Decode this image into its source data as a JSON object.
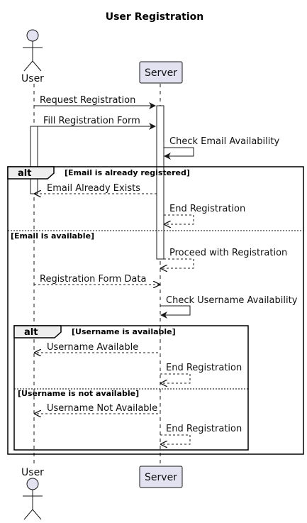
{
  "title": "User Registration",
  "participants": {
    "user": "User",
    "server": "Server"
  },
  "messages": {
    "m1": "Request Registration",
    "m2": "Fill Registration Form",
    "m3": "Check Email Availability",
    "m4": "Email Already Exists",
    "m5": "End Registration",
    "m6": "Proceed with Registration",
    "m7": "Registration Form Data",
    "m8": "Check Username Availability",
    "m9": "Username Available",
    "m10": "End Registration",
    "m11": "Username Not Available",
    "m12": "End Registration"
  },
  "fragments": {
    "outer_keyword": "alt",
    "outer_guard_1": "[Email is already registered]",
    "outer_guard_2": "[Email is available]",
    "inner_keyword": "alt",
    "inner_guard_1": "[Username is available]",
    "inner_guard_2": "[Username is not available]"
  },
  "colors": {
    "participant_fill": "#e2e2f0",
    "participant_border": "#181818",
    "fragment_header_fill": "#eeeeee",
    "lifeline": "#181818"
  }
}
